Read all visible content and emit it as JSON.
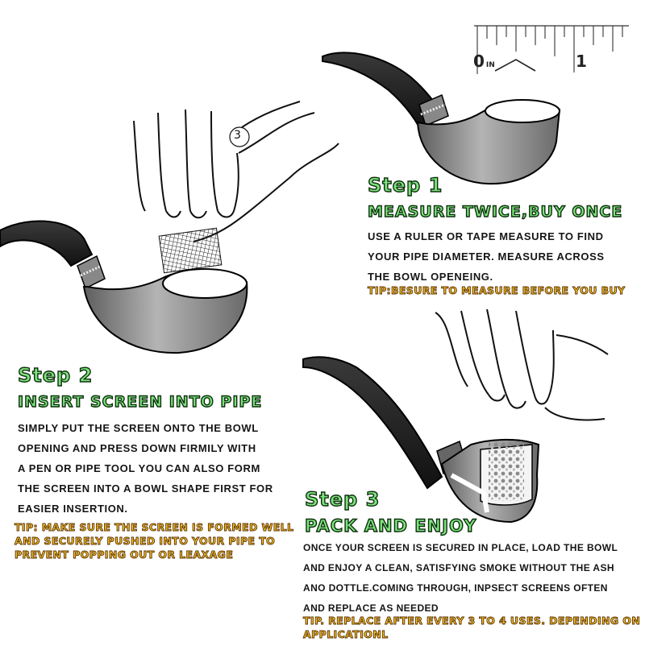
{
  "ruler": {
    "label_start": "0",
    "label_in": "IN",
    "label_end": "1"
  },
  "badge": "3",
  "step1": {
    "title": "Step 1",
    "subtitle": "MEASURE TWICE,BUY ONCE",
    "body": [
      "USE A RULER OR  TAPE  MEASURE  TO  FIND",
      "YOUR  PIPE  DIAMETER. MEASURE ACROSS",
      "THE BOWL  OPENEING."
    ],
    "tip": "TIP:BESURE TO MEASURE BEFORE YOU BUY"
  },
  "step2": {
    "title": "Step 2",
    "subtitle": "INSERT SCREEN INTO PIPE",
    "body": [
      "SIMPLY  PUT  THE  SCREEN  ONTO  THE  BOWL",
      "OPENING AND PRESS  DOWN  FIRMILY  WITH",
      "A  PEN OR  PIPE TOOL  YOU  CAN  ALSO  FORM",
      "THE SCREEN INTO A BOWL SHAPE FIRST FOR",
      "EASIER  INSERTION."
    ],
    "tip": [
      "TIP: MAKE SURE THE SCREEN IS FORMED WELL",
      "AND  SECURELY  PUSHED  INTO  YOUR PIPE TO",
      "PREVENT POPPING OUT OR LEAXAGE"
    ]
  },
  "step3": {
    "title": "Step 3",
    "subtitle": "PACK AND ENJOY",
    "body": [
      "ONCE YOUR SCREEN IS SECURED IN PLACE, LOAD THE BOWL",
      "AND ENJOY A CLEAN, SATISFYING SMOKE WITHOUT THE ASH",
      "ANO DOTTLE.COMING THROUGH, INPSECT SCREENS OFTEN",
      "AND REPLACE AS NEEDED"
    ],
    "tip": [
      "TIP. REPLACE AFTER EVERY 3 TO 4 USES. DEPENDING ON",
      "APPLICATIONL"
    ]
  }
}
